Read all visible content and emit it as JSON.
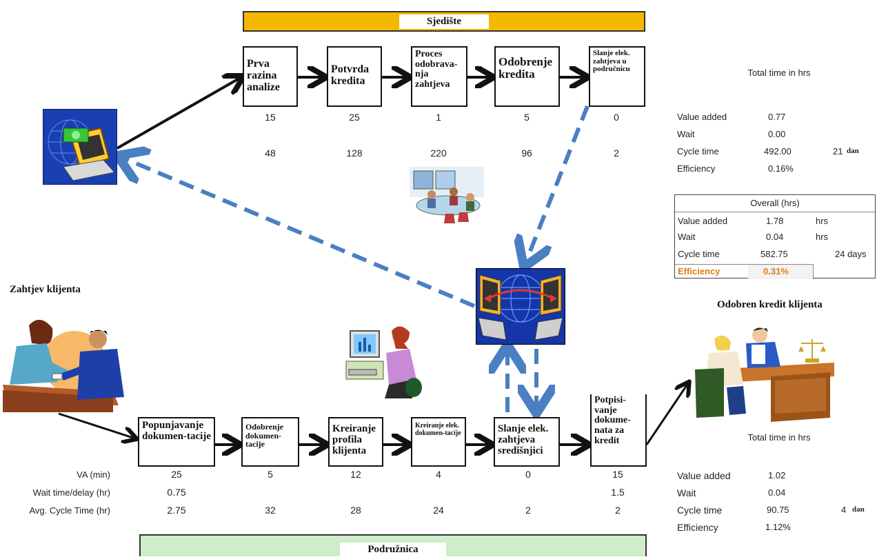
{
  "header_band": {
    "label": "Sjedište",
    "color": "#f5b800"
  },
  "footer_band": {
    "label": "Podružnica",
    "color": "#cdeec8"
  },
  "hq_processes": [
    {
      "label": "Prva razina analize",
      "va": "15",
      "cycle": "48"
    },
    {
      "label": "Potvrda kredita",
      "va": "25",
      "cycle": "128"
    },
    {
      "label": "Proces odobrava-nja zahtjeva",
      "va": "1",
      "cycle": "220"
    },
    {
      "label": "Odobrenje kredita",
      "va": "5",
      "cycle": "96"
    },
    {
      "label": "Slanje elek. zahtjeva u područnicu",
      "va": "0",
      "cycle": "2"
    }
  ],
  "branch_processes": [
    {
      "label": "Popunjavanje dokumen-tacije",
      "va": "25",
      "wait": "0.75",
      "cycle": "2.75"
    },
    {
      "label": "Odobrenje dokumen-tacije",
      "va": "5",
      "wait": "",
      "cycle": "32"
    },
    {
      "label": "Kreiranje profila klijenta",
      "va": "12",
      "wait": "",
      "cycle": "28"
    },
    {
      "label": "Kreiranje elek. dokumen-tacije",
      "va": "4",
      "wait": "",
      "cycle": "24"
    },
    {
      "label": "Slanje elek. zahtjeva središnjici",
      "va": "0",
      "wait": "",
      "cycle": "2"
    },
    {
      "label": "Potpisi-vanje dokume-nata za kredit",
      "va": "15",
      "wait": "1.5",
      "cycle": "2"
    }
  ],
  "row_labels": {
    "va": "VA (min)",
    "wait": "Wait time/delay (hr)",
    "cycle": "Avg. Cycle Time (hr)"
  },
  "client_request_label": "Zahtjev klijenta",
  "approved_label": "Odobren kredit klijenta",
  "hq_summary": {
    "header": "Total time in hrs",
    "rows": [
      {
        "label": "Value added",
        "value": "0.77",
        "extra": ""
      },
      {
        "label": "Wait",
        "value": "0.00",
        "extra": ""
      },
      {
        "label": "Cycle time",
        "value": "492.00",
        "extra": "21",
        "unit": "dan"
      },
      {
        "label": "Efficiency",
        "value": "0.16%",
        "extra": ""
      }
    ]
  },
  "overall_summary": {
    "header": "Overall (hrs)",
    "rows": [
      {
        "label": "Value added",
        "value": "1.78",
        "unit": "hrs"
      },
      {
        "label": "Wait",
        "value": "0.04",
        "unit": "hrs"
      },
      {
        "label": "Cycle time",
        "value": "582.75",
        "unit": "24 days"
      },
      {
        "label": "Efficiency",
        "value": "0.31%",
        "unit": ""
      }
    ],
    "highlight_color": "#e07b1a"
  },
  "branch_summary": {
    "header": "Total time in hrs",
    "rows": [
      {
        "label": "Value added",
        "value": "1.02",
        "extra": ""
      },
      {
        "label": "Wait",
        "value": "0.04",
        "extra": ""
      },
      {
        "label": "Cycle time",
        "value": "90.75",
        "extra": "4",
        "unit": "dan"
      },
      {
        "label": "Efficiency",
        "value": "1.12%",
        "extra": ""
      }
    ]
  },
  "icons": {
    "hq_computer": "computer-money-icon",
    "meeting": "meeting-illustration",
    "network": "network-globe-icon",
    "office_worker": "office-worker-illustration",
    "client_meeting": "client-meeting-illustration",
    "loan_signing": "loan-signing-illustration"
  },
  "colors": {
    "dashed_arrow": "#4a7fc1",
    "solid_arrow": "#111111"
  }
}
